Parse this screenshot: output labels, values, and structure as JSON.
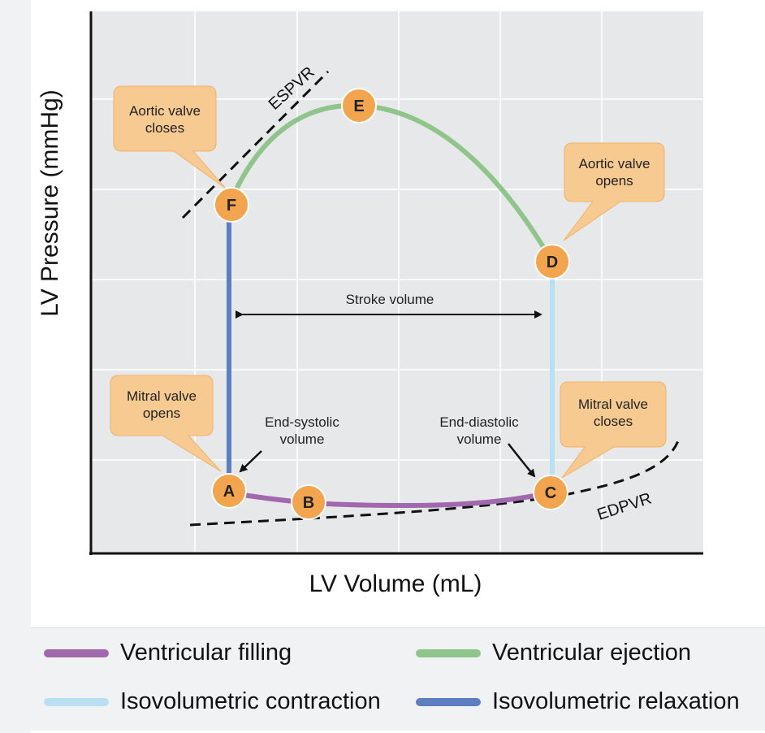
{
  "axes": {
    "ylabel": "LV Pressure (mmHg)",
    "xlabel": "LV Volume (mL)"
  },
  "points": {
    "a": "A",
    "b": "B",
    "c": "C",
    "d": "D",
    "e": "E",
    "f": "F"
  },
  "curves": {
    "espvr": "ESPVR",
    "edpvr": "EDPVR"
  },
  "callouts": {
    "aortic_closes": "Aortic valve closes",
    "aortic_opens": "Aortic valve opens",
    "mitral_opens": "Mitral valve opens",
    "mitral_closes": "Mitral valve closes"
  },
  "annotations": {
    "stroke_volume": "Stroke volume",
    "end_systolic": "End-systolic volume",
    "end_diastolic": "End-diastolic volume"
  },
  "legend": [
    {
      "label": "Ventricular filling",
      "color": "#a268ad"
    },
    {
      "label": "Ventricular ejection",
      "color": "#8fc48b"
    },
    {
      "label": "Isovolumetric contraction",
      "color": "#b9dff3"
    },
    {
      "label": "Isovolumetric relaxation",
      "color": "#5d7fc2"
    }
  ],
  "colors": {
    "filling": "#a268ad",
    "ejection": "#8fc48b",
    "contraction": "#b9dff3",
    "relaxation": "#5d7fc2",
    "point_fill": "#f3a44f",
    "callout_fill": "#f7ca91"
  }
}
